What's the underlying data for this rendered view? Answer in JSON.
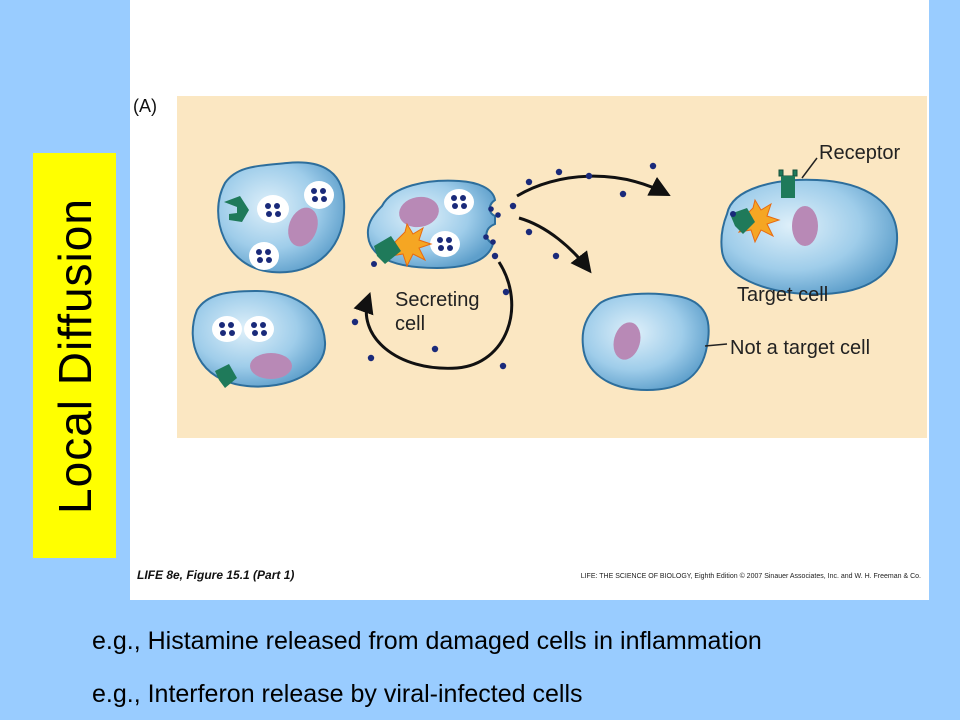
{
  "side_label": "Local Diffusion",
  "figure": {
    "panel_letter": "(A)",
    "labels": {
      "receptor": "Receptor",
      "secreting_line1": "Secreting",
      "secreting_line2": "cell",
      "target": "Target cell",
      "not_target": "Not a target cell"
    },
    "credit": "LIFE 8e, Figure 15.1 (Part 1)",
    "copyright": "LIFE: THE SCIENCE OF BIOLOGY, Eighth Edition © 2007 Sinauer Associates, Inc. and W. H. Freeman & Co."
  },
  "examples": [
    "e.g., Histamine released from damaged cells in inflammation",
    "e.g., Interferon release by viral-infected cells"
  ],
  "colors": {
    "background": "#99ccff",
    "label_fill": "#ffff00",
    "diagram_bg": "#fbe7c2",
    "cell_fill": "#8fc3e6",
    "nucleus": "#b889b6",
    "receptor": "#1f7a5a",
    "molecule": "#1a2a7a",
    "burst": "#f5a623"
  }
}
